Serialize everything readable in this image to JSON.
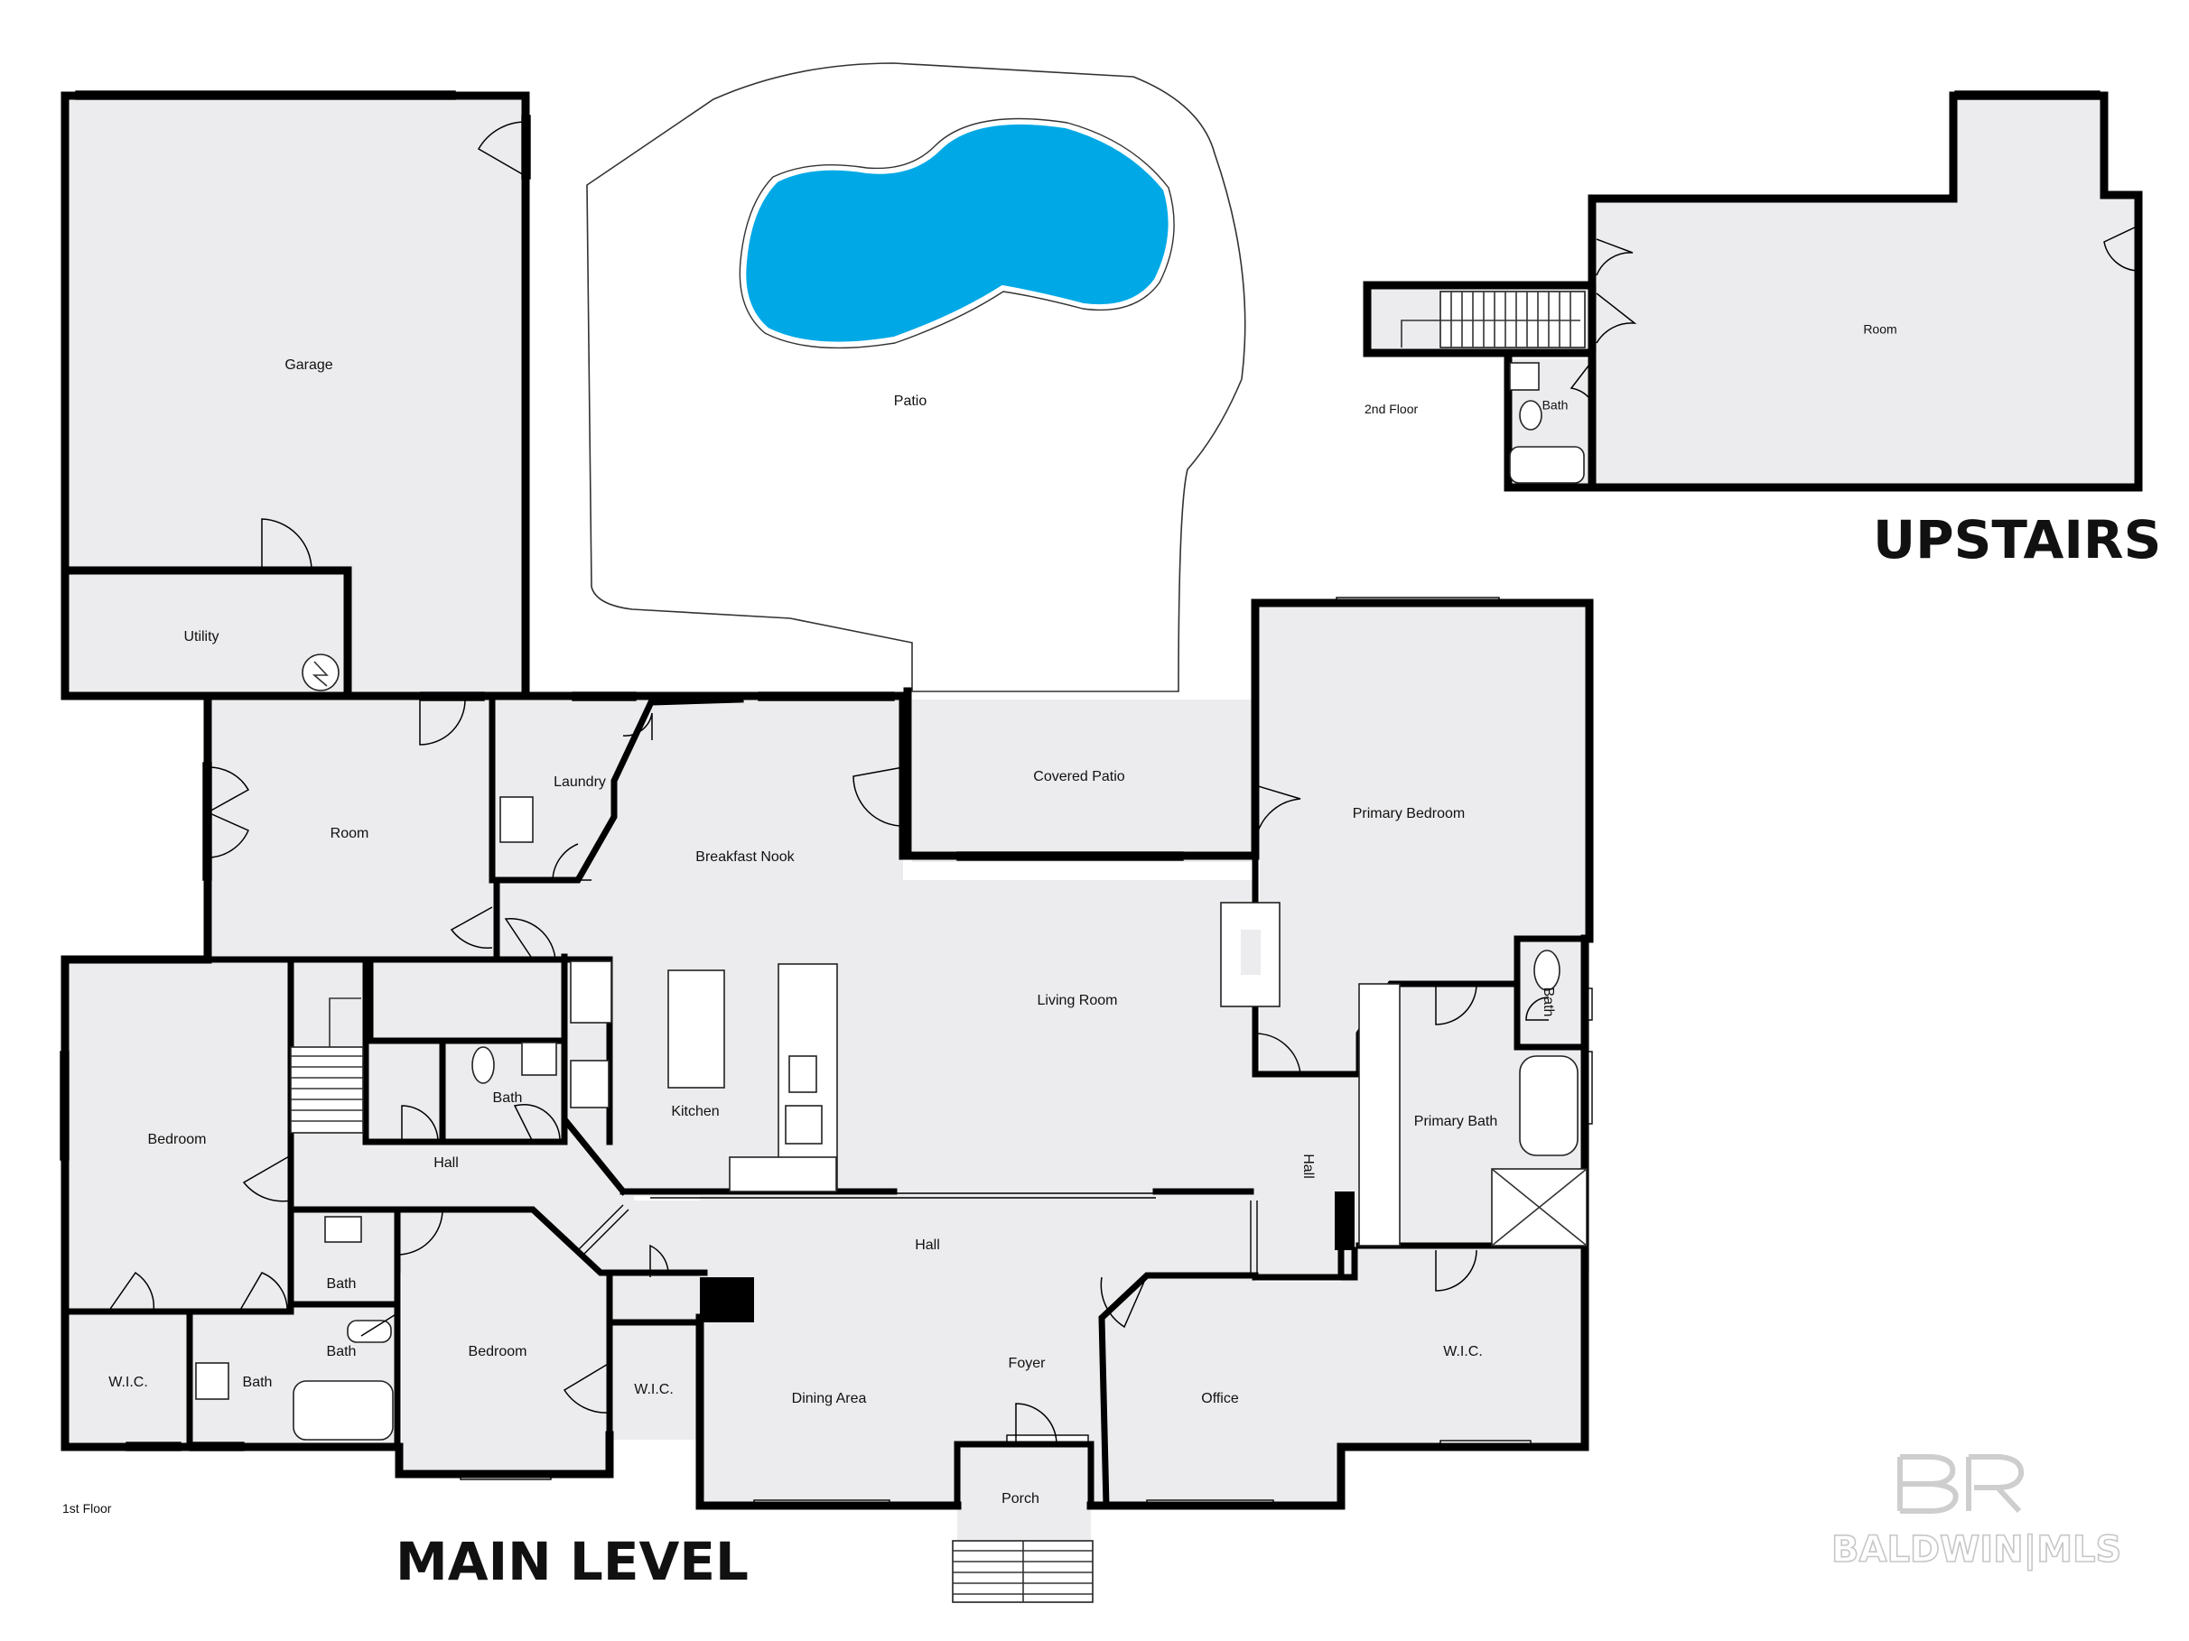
{
  "rooms": {
    "garage": "Garage",
    "utility": "Utility",
    "patio": "Patio",
    "covered_patio": "Covered Patio",
    "room_main": "Room",
    "laundry": "Laundry",
    "breakfast_nook": "Breakfast Nook",
    "primary_bedroom": "Primary Bedroom",
    "living_room": "Living Room",
    "kitchen": "Kitchen",
    "bedroom_west": "Bedroom",
    "bath_center": "Bath",
    "hall_small": "Hall",
    "primary_bath": "Primary Bath",
    "bath_primary_wc": "Bath",
    "hall_east": "Hall",
    "hall_center": "Hall",
    "bath_a": "Bath",
    "bath_b": "Bath",
    "bath_c": "Bath",
    "wic_west": "W.I.C.",
    "bedroom_center": "Bedroom",
    "wic_center": "W.I.C.",
    "dining_area": "Dining Area",
    "foyer": "Foyer",
    "office": "Office",
    "wic_east": "W.I.C.",
    "porch": "Porch",
    "upstairs_room": "Room",
    "upstairs_bath": "Bath"
  },
  "floor_labels": {
    "first_floor": "1st Floor",
    "second_floor": "2nd Floor",
    "main_level": "MAIN LEVEL",
    "upstairs": "UPSTAIRS"
  },
  "watermark": {
    "logo_letters": "BR",
    "text": "BALDWIN|MLS"
  },
  "colors": {
    "pool": "#00a9e6",
    "room_fill": "#ececee",
    "wall": "#000000"
  }
}
